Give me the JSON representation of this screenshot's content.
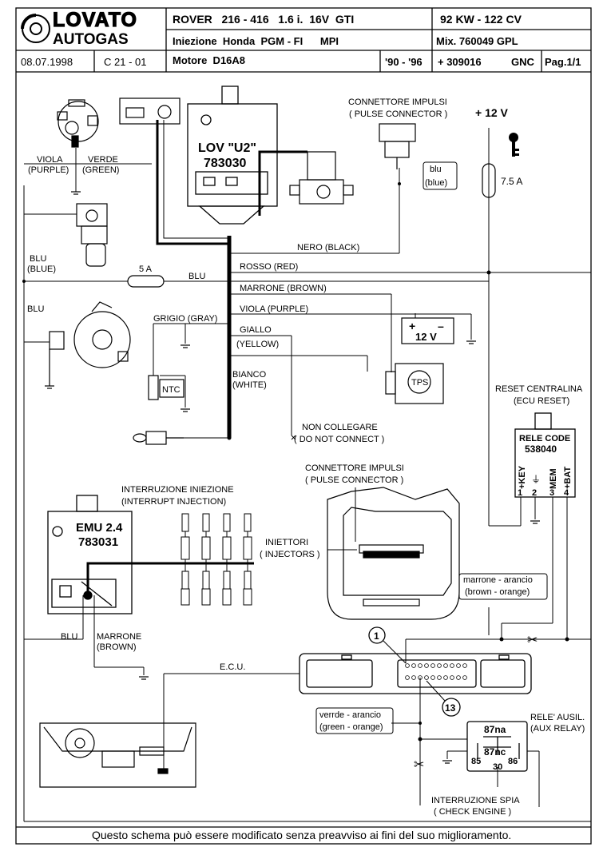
{
  "header": {
    "brand_top": "LOVATO",
    "brand_bottom": "AUTOGAS",
    "vehicle": "ROVER   216 - 416   1.6 i.  16V  GTI",
    "injection": "Iniezione  Honda  PGM - FI      MPI",
    "power": "92 KW - 122 CV",
    "mix": "Mix. 760049  GPL",
    "date": "08.07.1998",
    "code": "C 21 - 01",
    "engine": "Motore  D16A8",
    "years": "'90 - '96",
    "kit": "+ 309016",
    "type": "GNC",
    "page": "Pag.1/1"
  },
  "labels": {
    "viola_it": "VIOLA",
    "viola_en": "(PURPLE)",
    "verde_it": "VERDE",
    "verde_en": "(GREEN)",
    "blu_it": "BLU",
    "blu_en": "(BLUE)",
    "blu": "BLU",
    "blu_left2": "BLU",
    "fuse_5a": "5 A",
    "fuse_75a": "7.5 A",
    "plus12v": "+ 12 V",
    "lov_name": "LOV \"U2\"",
    "lov_code": "783030",
    "pulse_top_it": "CONNETTORE IMPULSI",
    "pulse_top_en": "( PULSE CONNECTOR )",
    "blu_small_it": "blu",
    "blu_small_en": "(blue)",
    "nero": "NERO (BLACK)",
    "rosso": "ROSSO (RED)",
    "marrone": "MARRONE (BROWN)",
    "viola2": "VIOLA (PURPLE)",
    "grigio": "GRIGIO (GRAY)",
    "giallo_it": "GIALLO",
    "giallo_en": "(YELLOW)",
    "bianco_it": "BIANCO",
    "bianco_en": "(WHITE)",
    "ntc": "NTC",
    "battery": "12 V",
    "tps": "TPS",
    "non_coll_it": "NON COLLEGARE",
    "non_coll_en": "( DO NOT CONNECT )",
    "reset_it": "RESET CENTRALINA",
    "reset_en": "(ECU RESET)",
    "rele_code": "RELE CODE",
    "rele_num": "538040",
    "pin_key": "+KEY",
    "pin_gnd": "⏚",
    "pin_mem": "MEM",
    "pin_bat": "+BAT",
    "pin1": "1",
    "pin2": "2",
    "pin3": "3",
    "pin4": "4",
    "pulse2_it": "CONNETTORE IMPULSI",
    "pulse2_en": "( PULSE CONNECTOR )",
    "interr_it": "INTERRUZIONE INIEZIONE",
    "interr_en": "(INTERRUPT INJECTION)",
    "emu_name": "EMU 2.4",
    "emu_code": "783031",
    "iniettori_it": "INIETTORI",
    "iniettori_en": "( INJECTORS )",
    "marr_ar_it": "marrone - arancio",
    "marr_ar_en": "(brown - orange)",
    "blu_bottom": "BLU",
    "marrone_b_it": "MARRONE",
    "marrone_b_en": "(BROWN)",
    "ecu": "E.C.U.",
    "num1": "1",
    "num13": "13",
    "verde_ar_it": "verrde - arancio",
    "verde_ar_en": "(green - orange)",
    "rele_aus_it": "RELE' AUSIL.",
    "rele_aus_en": "(AUX RELAY)",
    "r87na": "87na",
    "r87nc": "87nc",
    "r85": "85",
    "r86": "86",
    "r30": "30",
    "spia_it": "INTERRUZIONE SPIA",
    "spia_en": "( CHECK ENGINE )"
  },
  "footer": {
    "note": "Questo schema può essere modificato senza preavviso ai fini del suo miglioramento."
  }
}
